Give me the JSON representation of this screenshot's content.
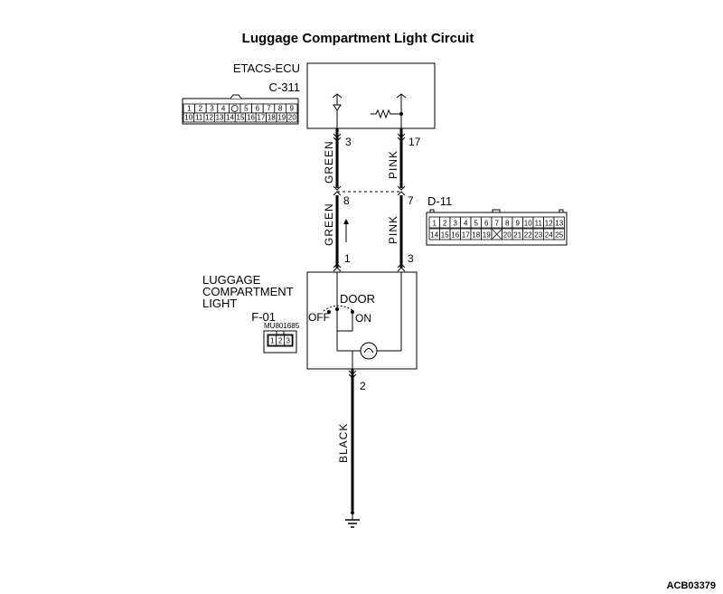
{
  "title": "Luggage Compartment Light Circuit",
  "ecu": {
    "name": "ETACS-ECU",
    "connector": "C-311",
    "connector_top_row": [
      "1",
      "2",
      "3",
      "4",
      "",
      "5",
      "6",
      "7",
      "8",
      "9"
    ],
    "connector_bottom_row": [
      "10",
      "11",
      "12",
      "13",
      "14",
      "15",
      "16",
      "17",
      "18",
      "19",
      "20"
    ]
  },
  "junction": {
    "connector": "D-11",
    "connector_top_row": [
      "1",
      "2",
      "3",
      "4",
      "5",
      "6",
      "7",
      "8",
      "9",
      "10",
      "11",
      "12",
      "13"
    ],
    "connector_bottom_row": [
      "14",
      "15",
      "16",
      "17",
      "18",
      "19",
      "",
      "20",
      "21",
      "22",
      "23",
      "24",
      "25"
    ]
  },
  "light": {
    "name_line1": "LUGGAGE",
    "name_line2": "COMPARTMENT",
    "name_line3": "LIGHT",
    "connector": "F-01",
    "part_no": "MU801685",
    "connector_pins": [
      "1",
      "2",
      "3"
    ],
    "switch_label": "DOOR",
    "switch_off": "OFF",
    "switch_on": "ON"
  },
  "wires": {
    "left_upper_color": "GREEN",
    "right_upper_color": "PINK",
    "left_lower_color": "GREEN",
    "right_lower_color": "PINK",
    "ground_color": "BLACK"
  },
  "pins": {
    "ecu_left": "3",
    "ecu_right": "17",
    "junction_left": "8",
    "junction_right": "7",
    "light_left": "1",
    "light_right": "3",
    "light_bottom": "2"
  },
  "footer_code": "ACB03379"
}
